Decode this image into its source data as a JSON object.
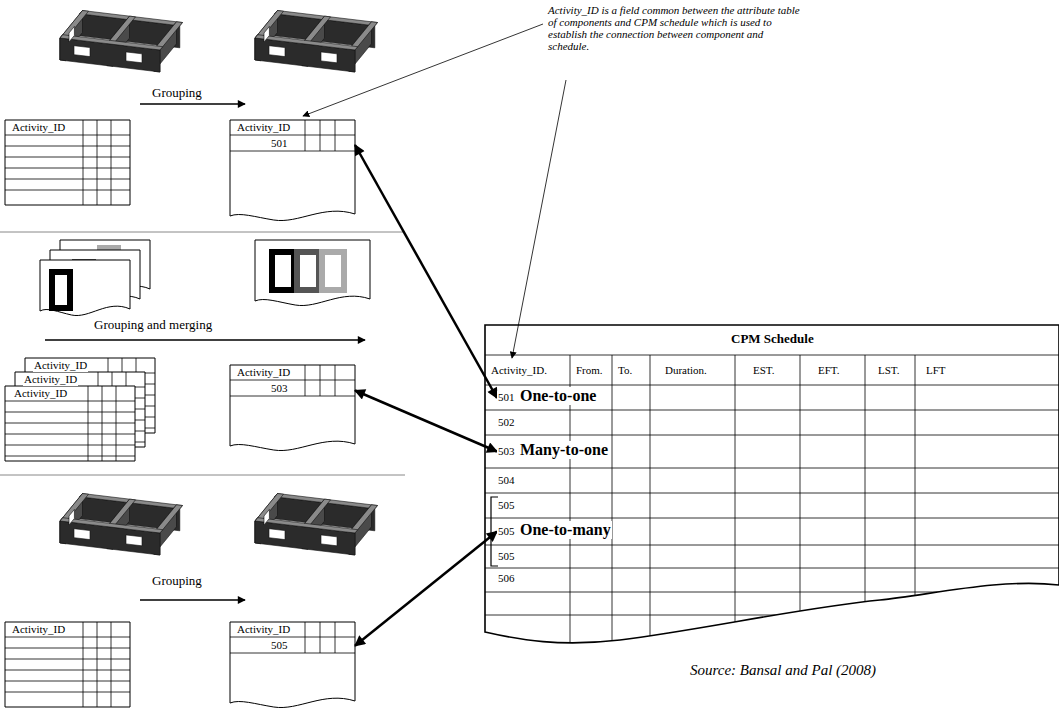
{
  "diagram": {
    "caption": "Source: Bansal and Pal (2008)",
    "nodes": [
      {
        "text": [
          "Activity_ID"
        ]
      },
      {
        "text": [
          "Activity_ID",
          "501"
        ]
      },
      {
        "text": [
          "Activity_ID"
        ]
      },
      {
        "text": [
          "Activity_ID"
        ]
      },
      {
        "text": [
          "Activity_ID"
        ]
      },
      {
        "text": [
          "Activity_ID",
          "503"
        ]
      },
      {
        "text": [
          "Activity_ID"
        ]
      },
      {
        "text": [
          "Activity_ID",
          "505"
        ]
      },
      {
        "text": [
          "CPM Schedule"
        ]
      },
      {
        "text": [
          "501",
          "One-to-one"
        ],
        "in": 8
      },
      {
        "text": [
          "503",
          "Many-to-one"
        ],
        "in": 8
      },
      {
        "text": [
          "505",
          "One-to-many"
        ],
        "in": 8
      }
    ],
    "edges": [
      {
        "from": 1,
        "to": 9,
        "arrow": "both"
      },
      {
        "from": 5,
        "to": 10,
        "arrow": "both"
      },
      {
        "from": 7,
        "to": 11,
        "arrow": "both"
      }
    ],
    "labels": [
      "Grouping",
      "Grouping and merging",
      "Grouping",
      "Activity_ID is a field common between the attribute table of components and CPM schedule which is used to establish the connection between component and schedule.",
      "Activity_ID.",
      "From.",
      "To.",
      "Duration.",
      "EST.",
      "EFT.",
      "LST.",
      "LFT",
      "502",
      "504",
      "505",
      "505",
      "506"
    ]
  }
}
